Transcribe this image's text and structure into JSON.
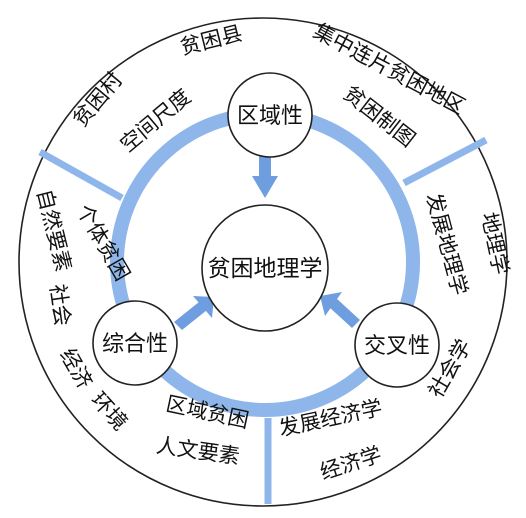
{
  "colors": {
    "accent": "#8fb6ea",
    "accent_dark": "#6f9ee0",
    "outline": "#222222",
    "background": "#ffffff"
  },
  "center": {
    "label": "贫困地理学"
  },
  "nodes": {
    "regional": "区域性",
    "comprehensive": "综合性",
    "cross": "交叉性"
  },
  "arcs": {
    "spatial_scale": "空间尺度",
    "poverty_system": "贫困制图",
    "individual_poverty": "个体贫困",
    "regional_poverty": "区域贫困",
    "human_elements": "人文要素",
    "dev_economics": "发展经济学",
    "dev_geography": "发展地理学"
  },
  "outer": {
    "village": "贫困村",
    "county": "贫困县",
    "contiguous_region": "集中连片贫困地区",
    "geography": "地理学",
    "sociology": "社会学",
    "economics": "经济学",
    "natural_elements": "自然要素",
    "society": "社会",
    "economy": "经济",
    "environment": "环境"
  }
}
